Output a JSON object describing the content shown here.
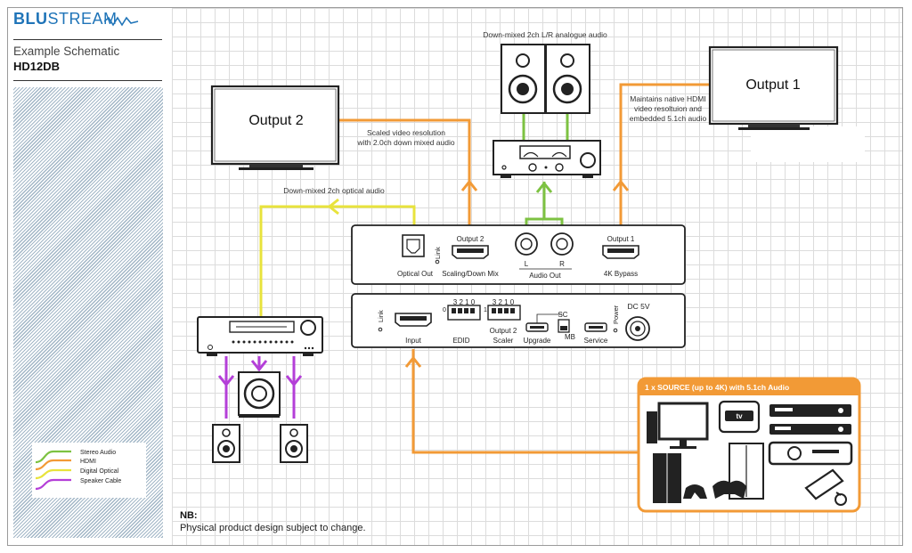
{
  "brand": {
    "name_bold": "BLU",
    "name_light": "STREAM"
  },
  "header": {
    "subtitle": "Example Schematic",
    "model": "HD12DB"
  },
  "outputs": {
    "output2": "Output 2",
    "output1": "Output 1"
  },
  "annotations": {
    "downmix_analogue": "Down-mixed 2ch L/R analogue audio",
    "scaled_line1": "Scaled video resolution",
    "scaled_line2": "with 2.0ch down mixed audio",
    "native_line1": "Maintains native HDMI",
    "native_line2": "video resoltuion and",
    "native_line3": "embedded 5.1ch audio",
    "optical_audio": "Down-mixed 2ch optical audio"
  },
  "front_panel": {
    "optical_out": "Optical Out",
    "link": "Link",
    "output2": "Output 2",
    "scaling": "Scaling/Down Mix",
    "l": "L",
    "r": "R",
    "audio_out": "Audio Out",
    "output1": "Output 1",
    "bypass": "4K Bypass"
  },
  "rear_panel": {
    "link": "Link",
    "input": "Input",
    "edid_digits": "3 2 1 0",
    "edid_zero": "0",
    "edid": "EDID",
    "scaler_digits": "3 2 1 0",
    "scaler_one": "1",
    "output2": "Output 2",
    "scaler": "Scaler",
    "upgrade": "Upgrade",
    "sc": "SC",
    "mb": "MB",
    "service": "Service",
    "power": "Power",
    "dc": "DC 5V"
  },
  "source_box": {
    "title": "1 x SOURCE (up to 4K) with 5.1ch Audio"
  },
  "legend": {
    "items": [
      {
        "label": "Stereo Audio",
        "color": "#7dc242"
      },
      {
        "label": "HDMI",
        "color": "#f29a36"
      },
      {
        "label": "Digital Optical",
        "color": "#e8e33c"
      },
      {
        "label": "Speaker Cable",
        "color": "#b43fd8"
      }
    ]
  },
  "footer": {
    "nb": "NB:",
    "note": "Physical product design subject to change."
  },
  "colors": {
    "hdmi": "#f29a36",
    "stereo": "#7dc242",
    "optical": "#e8e33c",
    "speaker": "#b43fd8",
    "brand": "#1f74b8",
    "source_border": "#f29a36"
  }
}
